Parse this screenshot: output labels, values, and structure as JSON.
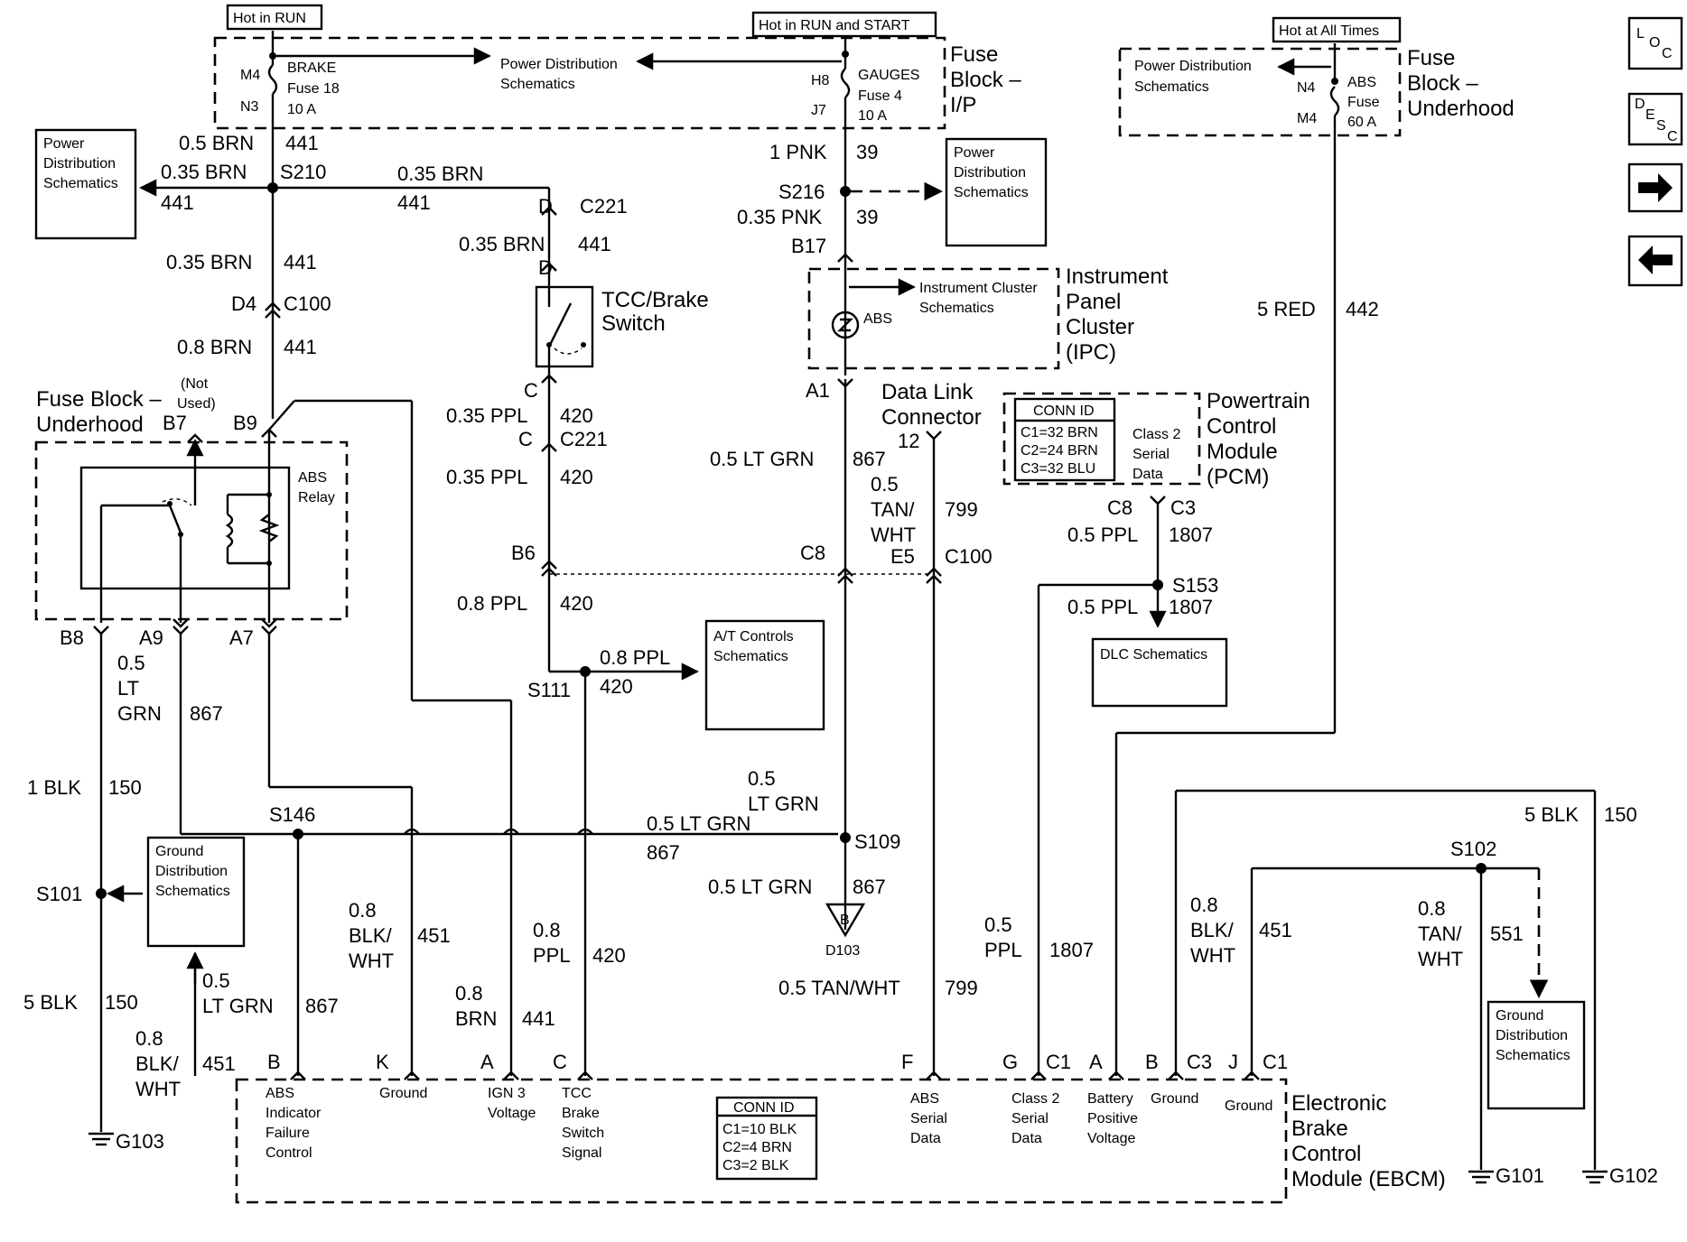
{
  "header": {
    "hot_run": "Hot in RUN",
    "hot_run_start": "Hot in RUN and START",
    "hot_all": "Hot at All Times"
  },
  "nav": {
    "loc": "LOC",
    "desc": "DESC"
  },
  "fuse_ip": {
    "name_l1": "Fuse",
    "name_l2": "Block –",
    "name_l3": "I/P",
    "brake_l1": "BRAKE",
    "brake_l2": "Fuse 18",
    "brake_l3": "10 A",
    "brake_pin_top": "M4",
    "brake_pin_bot": "N3",
    "gauges_l1": "GAUGES",
    "gauges_l2": "Fuse 4",
    "gauges_l3": "10 A",
    "gauges_pin_top": "H8",
    "gauges_pin_bot": "J7",
    "pds_l1": "Power Distribution",
    "pds_l2": "Schematics"
  },
  "fuse_uh": {
    "name_l1": "Fuse",
    "name_l2": "Block –",
    "name_l3": "Underhood",
    "abs_l1": "ABS",
    "abs_l2": "Fuse",
    "abs_l3": "60 A",
    "pin_top": "N4",
    "pin_bot": "M4",
    "pds_l1": "Power Distribution",
    "pds_l2": "Schematics"
  },
  "ref_pd_left": {
    "l1": "Power",
    "l2": "Distribution",
    "l3": "Schematics"
  },
  "ref_pd_right": {
    "l1": "Power",
    "l2": "Distribution",
    "l3": "Schematics"
  },
  "ref_ic": {
    "l1": "Instrument Cluster",
    "l2": "Schematics"
  },
  "ref_atc": {
    "l1": "A/T Controls",
    "l2": "Schematics"
  },
  "ref_dlc": {
    "l1": "DLC Schematics"
  },
  "ref_gnd_left": {
    "l1": "Ground",
    "l2": "Distribution",
    "l3": "Schematics"
  },
  "ref_gnd_right": {
    "l1": "Ground",
    "l2": "Distribution",
    "l3": "Schematics"
  },
  "wire_labels": {
    "w05brn": "0.5 BRN",
    "w441a": "441",
    "w035brn_l": "0.35 BRN",
    "s210": "S210",
    "w441_l": "441",
    "w035brn_h": "0.35 BRN",
    "w441_h": "441",
    "c221_d": "D",
    "c221": "C221",
    "w035brn_tcc": "0.35 BRN",
    "w441_tcc": "441",
    "d_pin": "D",
    "w035brn_v": "0.35 BRN",
    "w441_v": "441",
    "d4": "D4",
    "c100": "C100",
    "w08brn": "0.8 BRN",
    "w441_v2": "441",
    "w1pnk": "1 PNK",
    "w39a": "39",
    "s216": "S216",
    "w035pnk": "0.35 PNK",
    "w39b": "39",
    "b17": "B17",
    "w5red": "5 RED",
    "w442": "442",
    "c_pin": "C",
    "w035ppl_a": "0.35 PPL",
    "w420_a": "420",
    "c_pin2": "C",
    "c221_b": "C221",
    "w035ppl_b": "0.35 PPL",
    "w420_b": "420",
    "a1": "A1",
    "w05ltgrn_ipc": "0.5 LT GRN",
    "w867_ipc": "867",
    "dlc_l1": "Data Link",
    "dlc_l2": "Connector",
    "dlc_pin": "12",
    "w05_dlc": "0.5",
    "tan_dlc": "TAN/",
    "wht_dlc": "WHT",
    "w799": "799",
    "e5": "E5",
    "c100_b": "C100",
    "b6": "B6",
    "c8": "C8",
    "w08ppl": "0.8 PPL",
    "w420_c": "420",
    "s111": "S111",
    "w08ppl_b": "0.8 PPL",
    "w420_d": "420",
    "c8_pcm": "C8",
    "c3_pcm": "C3",
    "w05ppl_a": "0.5 PPL",
    "w1807_a": "1807",
    "s153": "S153",
    "w05ppl_b": "0.5 PPL",
    "w1807_b": "1807",
    "b8": "B8",
    "a9": "A9",
    "a7": "A7",
    "w05_a9": "0.5",
    "lt_a9": "LT",
    "grn_a9": "GRN",
    "w867_a9": "867",
    "w1blk": "1 BLK",
    "w150_a": "150",
    "s146": "S146",
    "w05_s109": "0.5",
    "ltgrn_s109": "LT GRN",
    "w05ltgrn_h": "0.5 LT GRN",
    "w867_h": "867",
    "s109": "S109",
    "w05ltgrn_d": "0.5 LT GRN",
    "w867_d": "867",
    "d103": "D103",
    "b_tri": "B",
    "s101": "S101",
    "w5blk_l": "5 BLK",
    "w150_b": "150",
    "w05_ltg": "0.5",
    "ltgrn_ltg": "LT GRN",
    "w867_ltg": "867",
    "w08_bw": "0.8",
    "blk_bw": "BLK/",
    "wht_bw": "WHT",
    "w451_bw": "451",
    "w08_bw2": "0.8",
    "blk_bw2": "BLK/",
    "wht_bw2": "WHT",
    "w451_bw2": "451",
    "w08_brn": "0.8",
    "brn_brn": "BRN",
    "w441_brn": "441",
    "w08_ppl": "0.8",
    "ppl_ppl": "PPL",
    "w420_ppl": "420",
    "w05tanwht": "0.5 TAN/WHT",
    "w799_b": "799",
    "w05_ppl": "0.5",
    "ppl_1807": "PPL",
    "w1807_c": "1807",
    "w5blk_r": "5 BLK",
    "w150_c": "150",
    "s102": "S102",
    "w08_bw3": "0.8",
    "blk_bw3": "BLK/",
    "wht_bw3": "WHT",
    "w451_bw3": "451",
    "w08_tw": "0.8",
    "tan_tw": "TAN/",
    "wht_tw": "WHT",
    "w551": "551",
    "g103": "G103",
    "g101": "G101",
    "g102": "G102"
  },
  "fuse_uh_relay": {
    "name_l1": "Fuse Block –",
    "name_l2": "Underhood",
    "not_used_l1": "(Not",
    "not_used_l2": "Used)",
    "b7": "B7",
    "b9": "B9",
    "relay_l1": "ABS",
    "relay_l2": "Relay"
  },
  "tcc_switch": {
    "l1": "TCC/Brake",
    "l2": "Switch"
  },
  "ipc": {
    "l1": "Instrument",
    "l2": "Panel",
    "l3": "Cluster",
    "l4": "(IPC)",
    "abs": "ABS"
  },
  "pcm": {
    "l1": "Powertrain",
    "l2": "Control",
    "l3": "Module",
    "l4": "(PCM)",
    "conn_title": "CONN ID",
    "c1": "C1=32 BRN",
    "c2": "C2=24 BRN",
    "c3": "C3=32 BLU",
    "class2_l1": "Class 2",
    "class2_l2": "Serial",
    "class2_l3": "Data"
  },
  "ebcm": {
    "l1": "Electronic",
    "l2": "Brake",
    "l3": "Control",
    "l4": "Module (EBCM)",
    "conn_title": "CONN ID",
    "c1": "C1=10 BLK",
    "c2": "C2=4 BRN",
    "c3": "C3=2 BLK",
    "pins": [
      {
        "pin": "B",
        "l1": "ABS",
        "l2": "Indicator",
        "l3": "Failure",
        "l4": "Control"
      },
      {
        "pin": "K",
        "l1": "Ground"
      },
      {
        "pin": "A",
        "l1": "IGN 3",
        "l2": "Voltage"
      },
      {
        "pin": "C",
        "l1": "TCC",
        "l2": "Brake",
        "l3": "Switch",
        "l4": "Signal"
      },
      {
        "pin": "F",
        "l1": "ABS",
        "l2": "Serial",
        "l3": "Data"
      },
      {
        "pin": "G",
        "conn": "C1",
        "l1": "Class 2",
        "l2": "Serial",
        "l3": "Data"
      },
      {
        "pin": "A",
        "l1": "Battery",
        "l2": "Positive",
        "l3": "Voltage"
      },
      {
        "pin": "B",
        "conn": "C3",
        "l1": "Ground"
      },
      {
        "pin": "J",
        "conn": "C1",
        "l1": "Ground"
      }
    ]
  }
}
